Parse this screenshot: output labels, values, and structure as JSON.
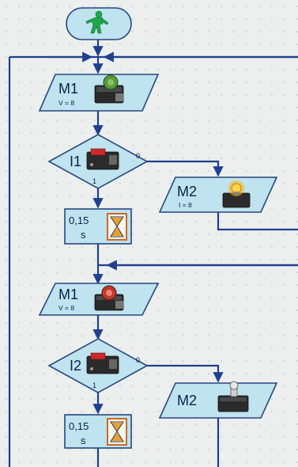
{
  "blocks": {
    "m1_top": {
      "title": "M1",
      "sub": "V = 8"
    },
    "i1": {
      "title": "I1",
      "port_right": "0",
      "port_bottom": "1"
    },
    "m2_top": {
      "title": "M2",
      "sub": "I = 8"
    },
    "wait1": {
      "value": "0,15",
      "unit": "s"
    },
    "m1_mid": {
      "title": "M1",
      "sub": "V = 8"
    },
    "i2": {
      "title": "I2",
      "port_right": "0",
      "port_bottom": "1"
    },
    "m2_bottom": {
      "title": "M2"
    },
    "wait2": {
      "value": "0,15",
      "unit": "s"
    }
  },
  "colors": {
    "wire": "#1f3f8f",
    "block_fill": "#bfe3ef",
    "block_stroke": "#27477e",
    "start_figure": "#1fa84a",
    "hourglass_frame": "#d2691e",
    "sand": "#e8a030"
  },
  "icons": [
    "start-pedestrian-icon",
    "motor-icon",
    "switch-icon",
    "lamp-icon",
    "hourglass-icon",
    "electromagnet-icon"
  ]
}
